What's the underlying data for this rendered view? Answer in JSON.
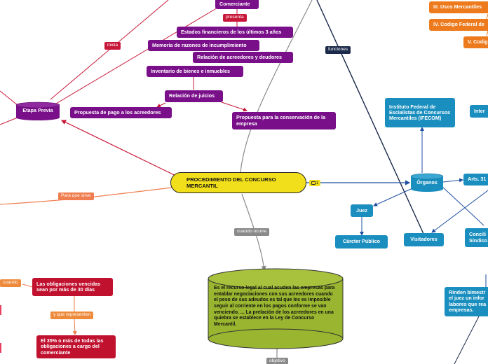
{
  "central": {
    "title": "PROCEDIMIENTO DEL CONCURSO MERCANTIL",
    "badge_count": "1"
  },
  "labels": {
    "inicia": "inicia",
    "presenta": "presenta",
    "funciones": "funciones",
    "para_que_sirve": "Para que sirve",
    "cuando_ocurre": "cuando ocurre",
    "objetivo": "objetivo",
    "cuando": "cuando",
    "y_que_representen": "y que representen"
  },
  "etapa_previa": {
    "title": "Etapa Previa",
    "comerciante": "Comerciante",
    "estados": "Estados financieros de los últimos 3 años",
    "memoria": "Memoria de razones de incumplimiento",
    "relacion_acreedores": "Relación de acreedores y deudores",
    "inventario": "Inventario de bienes e inmuebles",
    "relacion_juicios": "Relación de juicios",
    "propuesta_pago": "Propuesta de pago a los acreedores",
    "propuesta_conservacion": "Propuesta para la conservación de la empresa"
  },
  "organos": {
    "title": "Órganos",
    "ifecom": "Instituto Federal de Escialistas de Concursos Mercantiles (IFECOM)",
    "juez": "Juez",
    "caracter": "Cárcter Público",
    "visitadores": "Visitadores",
    "arts": "Arts. 31",
    "inter": "Inter",
    "concil": "Concili Síndico",
    "rinden": "Rinden bimestr el juez un infor labores que rea empresas."
  },
  "usos": {
    "usos_mercantiles": "III. Usos Mercantiles",
    "codigo_federal": "IV. Codigo Federal de",
    "codig": "V. Codig"
  },
  "definicion": "Es el recurso legal al cual acuden las empresas para entablar negociaciones con sus acreedores cuando el peso de sus adeudos es tal que les es imposible seguir al corriente en los pagos conforme se van venciendo. ... La prelación de los acreedores en una quiebra se establece en la Ley de Concurso Mercantil.",
  "obligaciones": {
    "vencidas": "Las obligaciones vencidas sean por más de 30 días",
    "porcentaje": "El 35% o más de todas las obligaciones a cargo del comerciante"
  },
  "colors": {
    "purple": "#7a0f8a",
    "teal": "#1a8fbf",
    "red": "#c0112f",
    "orange": "#ed7a1c",
    "yellow": "#f2df1b",
    "olive": "#9ab52f",
    "navy": "#1b2a4a"
  }
}
